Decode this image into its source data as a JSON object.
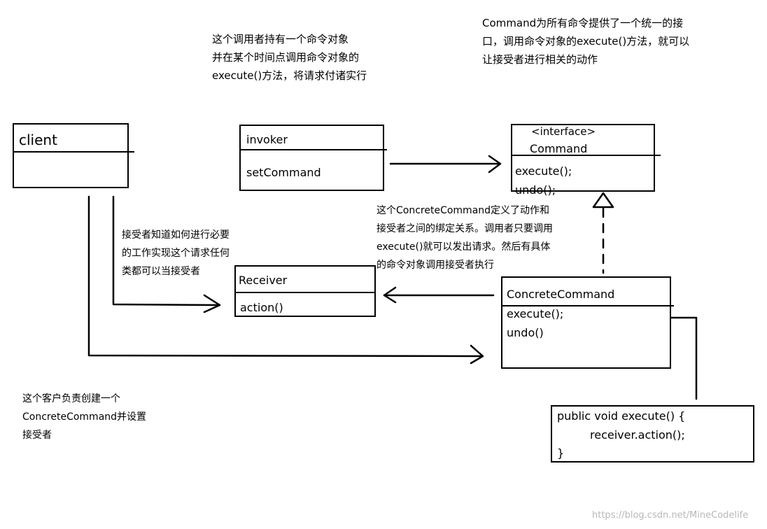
{
  "notes": {
    "invoker": [
      "这个调用者持有一个命令对象",
      "并在某个时间点调用命令对象的",
      "execute()方法，将请求付诸实行"
    ],
    "command": [
      "Command为所有命令提供了一个统一的接",
      "口，调用命令对象的execute()方法，就可以",
      "让接受者进行相关的动作"
    ],
    "receiver": [
      "接受者知道如何进行必要",
      "的工作实现这个请求任何",
      "类都可以当接受者"
    ],
    "concrete": [
      "这个ConcreteCommand定义了动作和",
      "接受者之间的绑定关系。调用者只要调用",
      "execute()就可以发出请求。然后有具体",
      "的命令对象调用接受者执行"
    ],
    "client": [
      "这个客户负责创建一个",
      "ConcreteCommand并设置",
      "接受者"
    ]
  },
  "boxes": {
    "client": {
      "title": "client"
    },
    "invoker": {
      "title": "invoker",
      "method": "setCommand"
    },
    "command": {
      "stereotype": "<interface>",
      "title": "Command",
      "methods": [
        "execute();",
        "undo();"
      ]
    },
    "receiver": {
      "title": "Receiver",
      "method": "action()"
    },
    "concrete": {
      "title": "ConcreteCommand",
      "methods": [
        "execute();",
        "undo()"
      ]
    },
    "code": {
      "lines": [
        "public void execute() {",
        "receiver.action();",
        "}"
      ]
    }
  },
  "watermark": "https://blog.csdn.net/MineCodelife"
}
